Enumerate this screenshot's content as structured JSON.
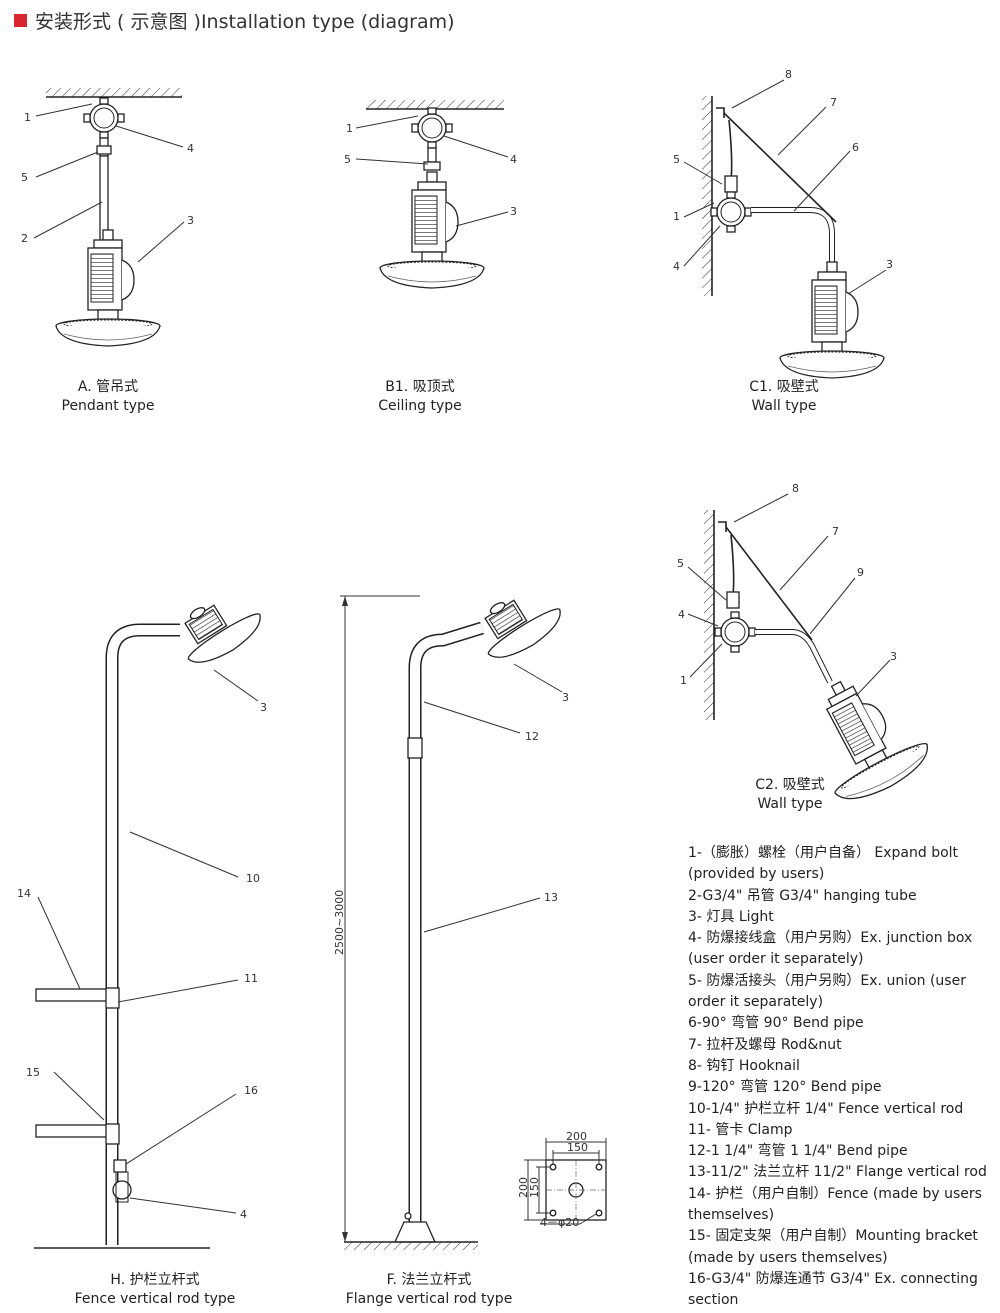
{
  "header": {
    "title": "安装形式 ( 示意图 )Installation type (diagram)"
  },
  "captions": {
    "a": {
      "cn": "A. 管吊式",
      "en": "Pendant type"
    },
    "b1": {
      "cn": "B1. 吸顶式",
      "en": "Ceiling type"
    },
    "c1": {
      "cn": "C1. 吸壁式",
      "en": "Wall type"
    },
    "c2": {
      "cn": "C2. 吸壁式",
      "en": "Wall type"
    },
    "h": {
      "cn": "H. 护栏立杆式",
      "en": "Fence vertical rod type"
    },
    "f": {
      "cn": "F. 法兰立杆式",
      "en": "Flange vertical rod type"
    }
  },
  "callouts": {
    "n1": "1",
    "n2": "2",
    "n3": "3",
    "n4": "4",
    "n5": "5",
    "n6": "6",
    "n7": "7",
    "n8": "8",
    "n9": "9",
    "n10": "10",
    "n11": "11",
    "n12": "12",
    "n13": "13",
    "n14": "14",
    "n15": "15",
    "n16": "16"
  },
  "dimensions": {
    "height_range": "2500~3000",
    "width_outer": "200",
    "width_inner": "150",
    "height_outer": "200",
    "height_inner": "150",
    "holes": "4－φ20"
  },
  "legend": [
    "1-（膨胀）螺栓（用户自备）  Expand bolt (provided by users)",
    "2-G3/4\" 吊管  G3/4\" hanging tube",
    "3- 灯具  Light",
    "4- 防爆接线盒（用户另购）Ex. junction box (user order it separately)",
    "5- 防爆活接头（用户另购）Ex. union (user order it separately)",
    "6-90°  弯管   90°  Bend pipe",
    "7- 拉杆及螺母  Rod&nut",
    "8- 钩钉  Hooknail",
    "9-120°  弯管   120°  Bend pipe",
    "10-1/4\" 护栏立杆  1/4\" Fence vertical rod",
    "11- 管卡  Clamp",
    "12-1 1/4\" 弯管  1 1/4\" Bend pipe",
    "13-11/2\" 法兰立杆  11/2\" Flange vertical rod",
    "14- 护栏（用户自制）Fence (made by users themselves)",
    "15- 固定支架（用户自制）Mounting bracket (made by users themselves)",
    "16-G3/4\" 防爆连通节  G3/4\" Ex. connecting section"
  ],
  "colors": {
    "accent": "#d7262d",
    "line": "#222222"
  }
}
